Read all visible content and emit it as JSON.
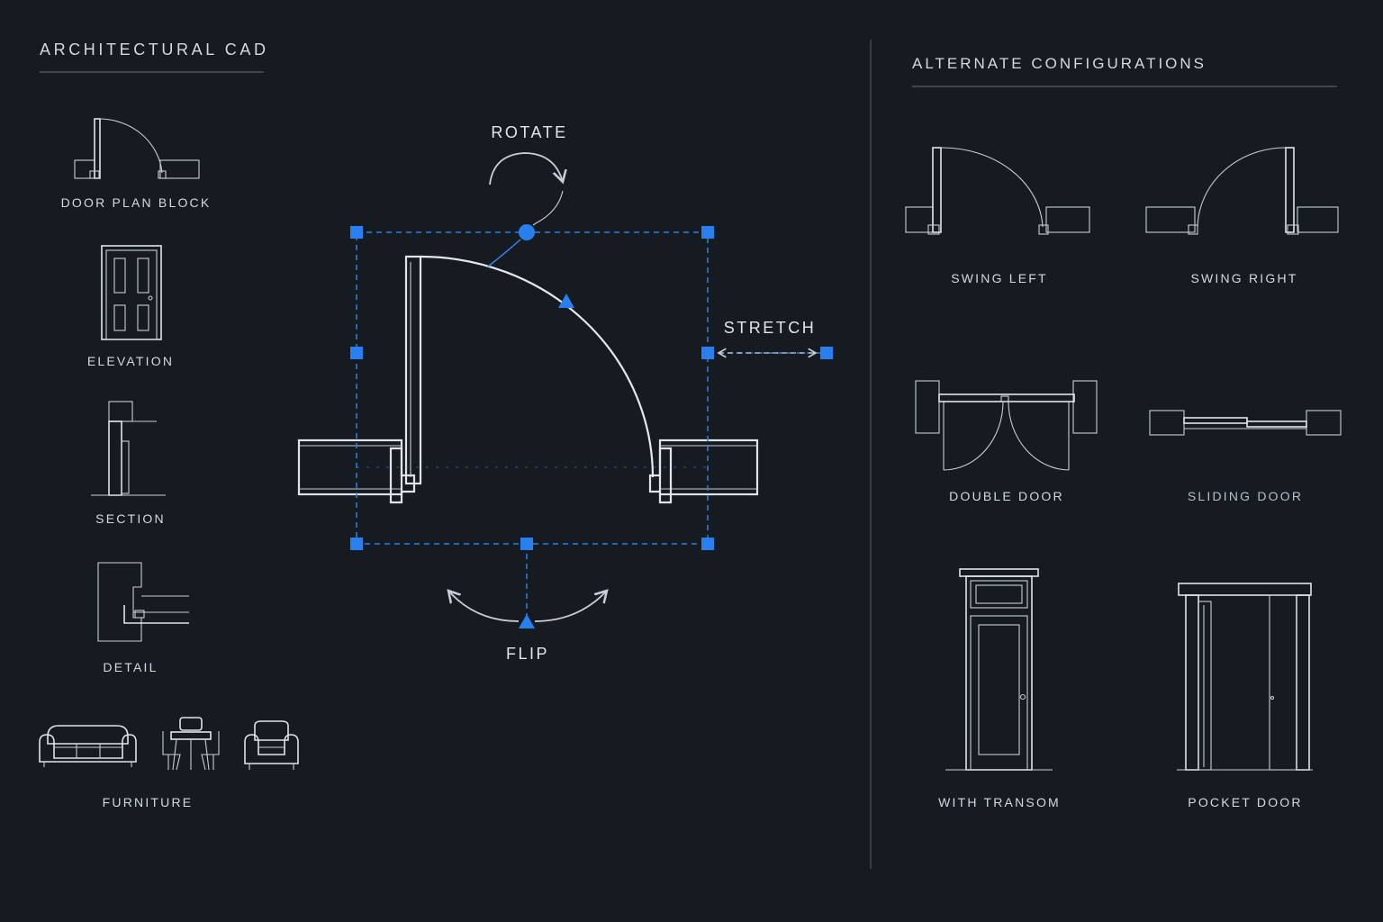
{
  "library": {
    "heading": "ARCHITECTURAL CAD",
    "items": [
      {
        "label": "DOOR PLAN BLOCK",
        "icon": "door-plan-icon"
      },
      {
        "label": "ELEVATION",
        "icon": "door-elevation-icon"
      },
      {
        "label": "SECTION",
        "icon": "door-section-icon"
      },
      {
        "label": "DETAIL",
        "icon": "door-detail-icon"
      },
      {
        "label": "FURNITURE",
        "icon": "furniture-icon"
      }
    ]
  },
  "canvas": {
    "handles": {
      "rotate": "ROTATE",
      "stretch": "STRETCH",
      "flip": "FLIP"
    }
  },
  "alternates": {
    "heading": "ALTERNATE CONFIGURATIONS",
    "items": [
      {
        "label": "SWING LEFT",
        "icon": "swing-left-door-icon"
      },
      {
        "label": "SWING RIGHT",
        "icon": "swing-right-door-icon"
      },
      {
        "label": "DOUBLE DOOR",
        "icon": "double-door-icon"
      },
      {
        "label": "SLIDING DOOR",
        "icon": "sliding-door-icon"
      },
      {
        "label": "WITH TRANSOM",
        "icon": "transom-door-icon"
      },
      {
        "label": "POCKET DOOR",
        "icon": "pocket-door-icon"
      }
    ]
  },
  "colors": {
    "background": "#161b22",
    "accent": "#2a7fee",
    "line": "#dfe4ea"
  }
}
